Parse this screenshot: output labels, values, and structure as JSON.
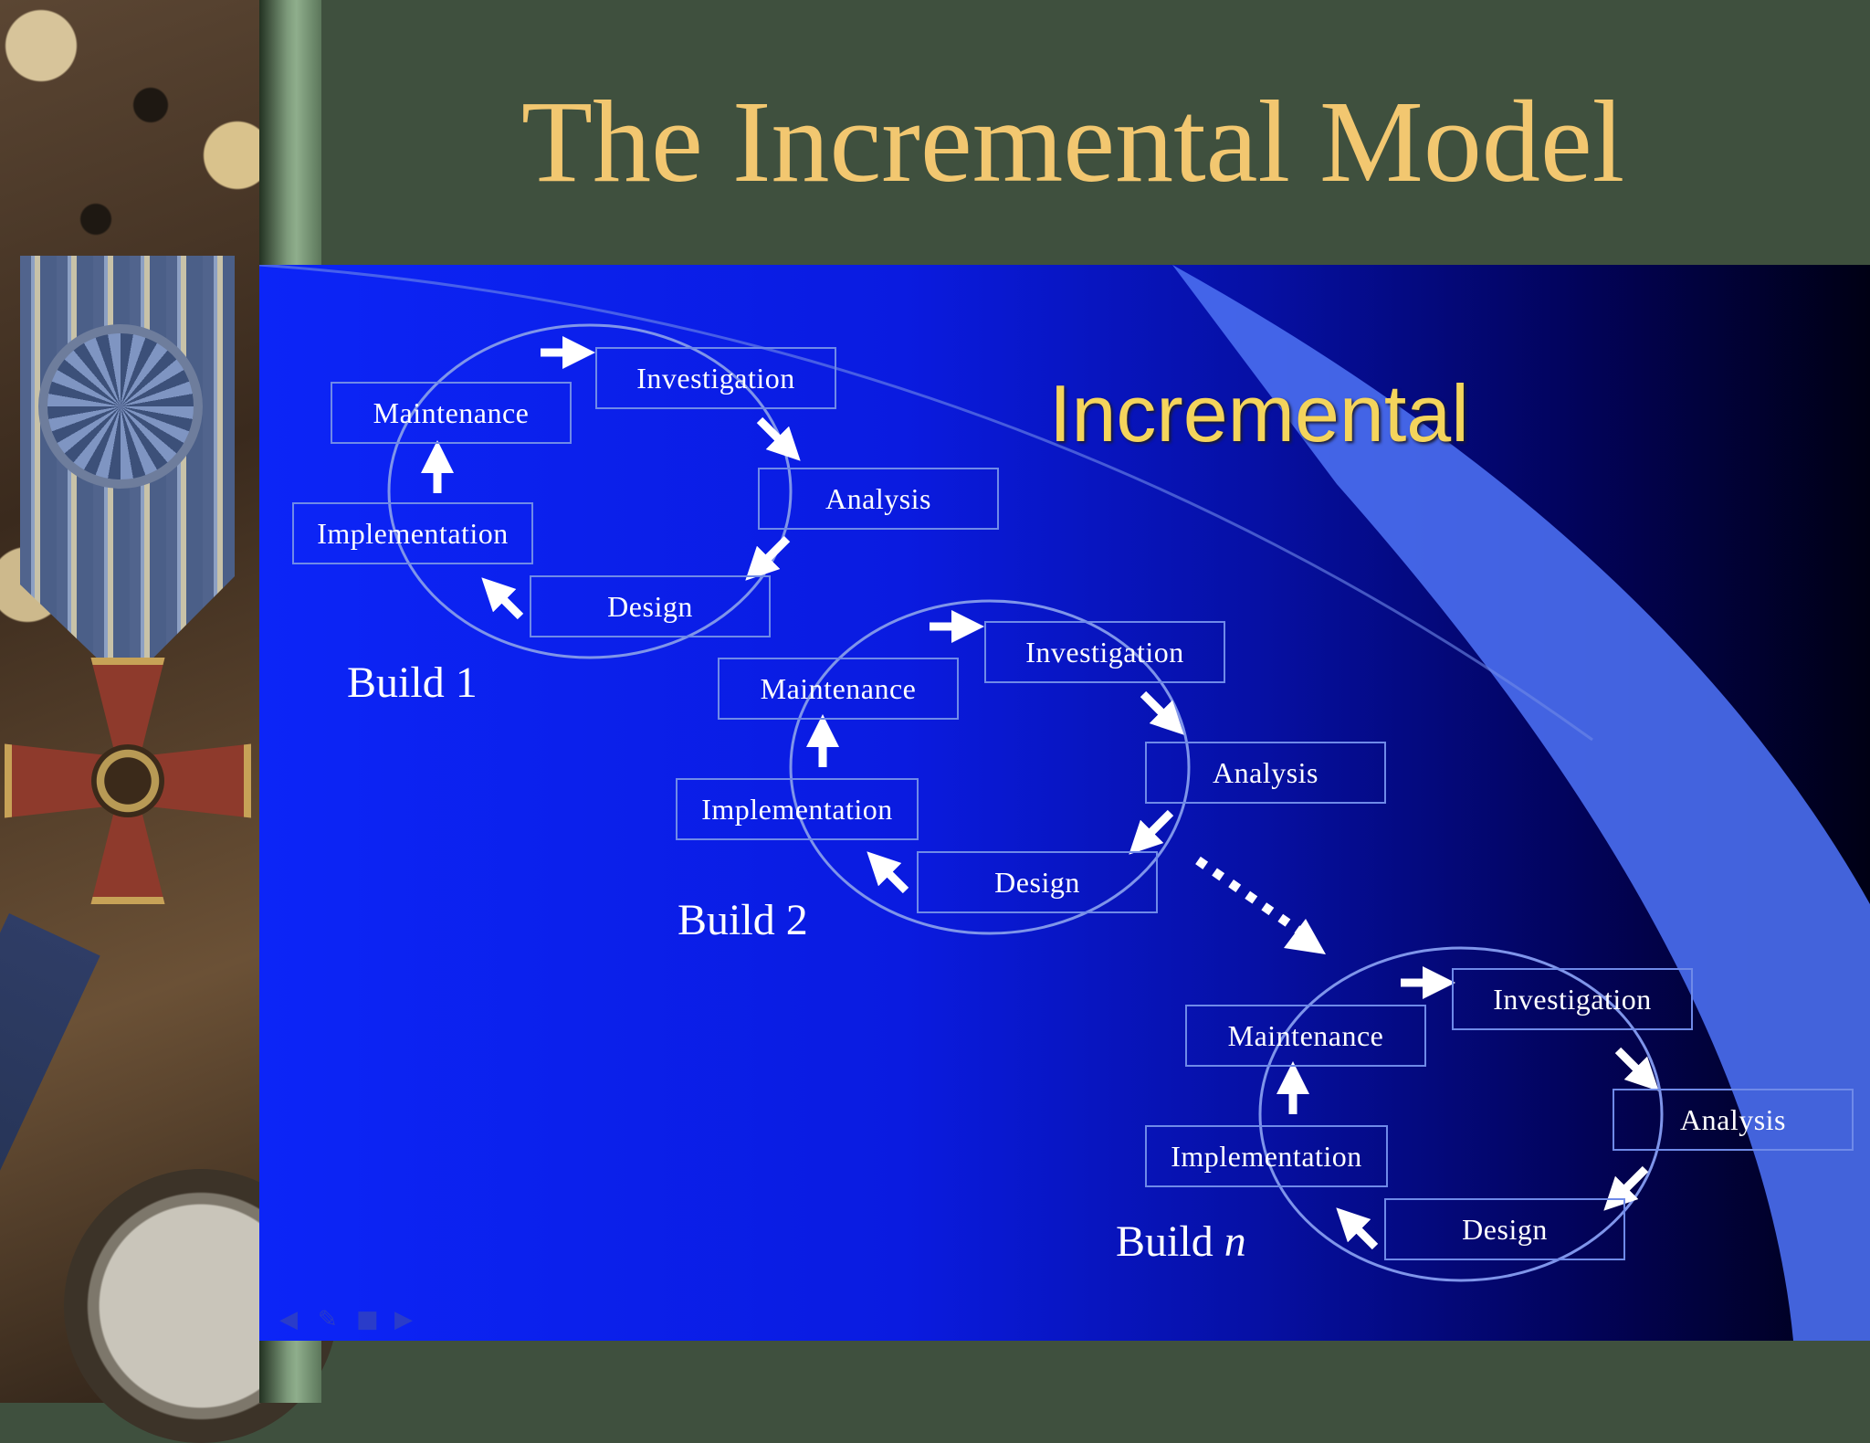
{
  "slide": {
    "title": "The Incremental Model"
  },
  "figure": {
    "headline": "Incremental",
    "colors": {
      "title": "#f2c770",
      "headline": "#f4d45c",
      "box_text": "#ffffff",
      "background_blue": "#0c25f7",
      "swoosh": "#4a6ef0"
    },
    "builds": [
      {
        "label": "Build 1",
        "phases": {
          "investigation": "Investigation",
          "analysis": "Analysis",
          "design": "Design",
          "implementation": "Implementation",
          "maintenance": "Maintenance"
        }
      },
      {
        "label": "Build 2",
        "phases": {
          "investigation": "Investigation",
          "analysis": "Analysis",
          "design": "Design",
          "implementation": "Implementation",
          "maintenance": "Maintenance"
        }
      },
      {
        "label_prefix": "Build ",
        "label_var": "n",
        "phases": {
          "investigation": "Investigation",
          "analysis": "Analysis",
          "design": "Design",
          "implementation": "Implementation",
          "maintenance": "Maintenance"
        }
      }
    ],
    "nav_icons": [
      "back-arrow-icon",
      "pen-icon",
      "menu-icon",
      "forward-arrow-icon"
    ]
  }
}
